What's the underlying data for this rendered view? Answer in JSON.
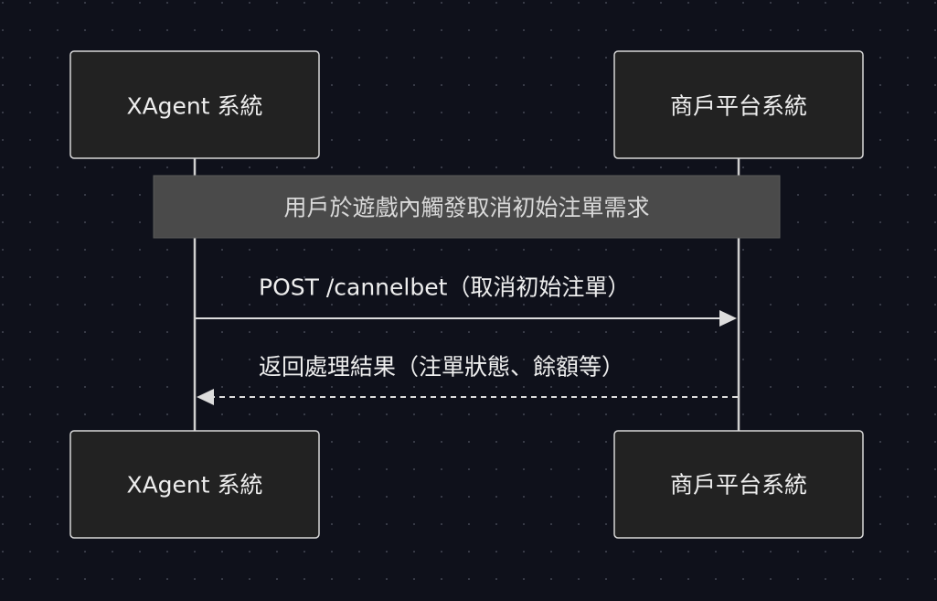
{
  "participants": {
    "xagent": {
      "label": "XAgent 系統"
    },
    "merchant": {
      "label": "商戶平台系統"
    }
  },
  "note": {
    "text": "用戶於遊戲內觸發取消初始注單需求"
  },
  "messages": [
    {
      "from": "xagent",
      "to": "merchant",
      "style": "solid",
      "text": "POST /cannelbet（取消初始注單）"
    },
    {
      "from": "merchant",
      "to": "xagent",
      "style": "dashed",
      "text": "返回處理結果（注單狀態、餘額等）"
    }
  ],
  "colors": {
    "background": "#0f111b",
    "participant_fill": "#222222",
    "participant_border": "#d8d8d8",
    "note_fill": "#4a4a4a",
    "line": "#dddddd",
    "text": "#eeeeee"
  }
}
